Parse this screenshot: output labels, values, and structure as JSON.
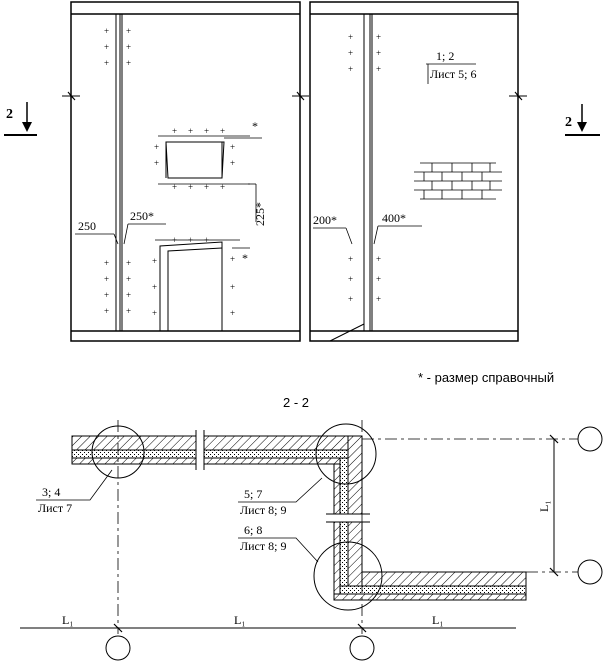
{
  "section_marker_left": "2",
  "section_marker_right": "2",
  "dims": {
    "d250": "250",
    "d250s": "250*",
    "d225s": "225*",
    "d200s": "200*",
    "d400s": "400*",
    "star1": "*",
    "star2": "*"
  },
  "callout_elev": {
    "num": "1; 2",
    "sheet": "Лист 5; 6"
  },
  "note": "* - размер справочный",
  "section_title": "2 - 2",
  "callout_a": {
    "num": "3; 4",
    "sheet": "Лист 7"
  },
  "callout_b": {
    "num": "5; 7",
    "sheet": "Лист 8; 9"
  },
  "callout_c": {
    "num": "6; 8",
    "sheet": "Лист 8; 9"
  },
  "spans": [
    "L₁",
    "L₁",
    "L₁"
  ],
  "vert_span": "L₁"
}
